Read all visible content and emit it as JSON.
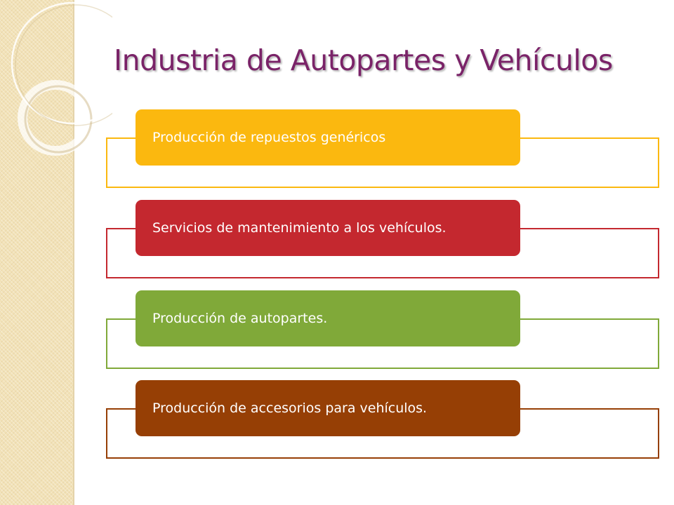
{
  "slide": {
    "title": "Industria de Autopartes y Vehículos"
  },
  "items": [
    {
      "label": "Producción de repuestos genéricos",
      "color": "#fbb80f"
    },
    {
      "label": "Servicios de mantenimiento a los vehículos.",
      "color": "#c4282f"
    },
    {
      "label": "Producción de autopartes.",
      "color": "#80a939"
    },
    {
      "label": "Producción de accesorios para vehículos.",
      "color": "#963f05"
    }
  ]
}
